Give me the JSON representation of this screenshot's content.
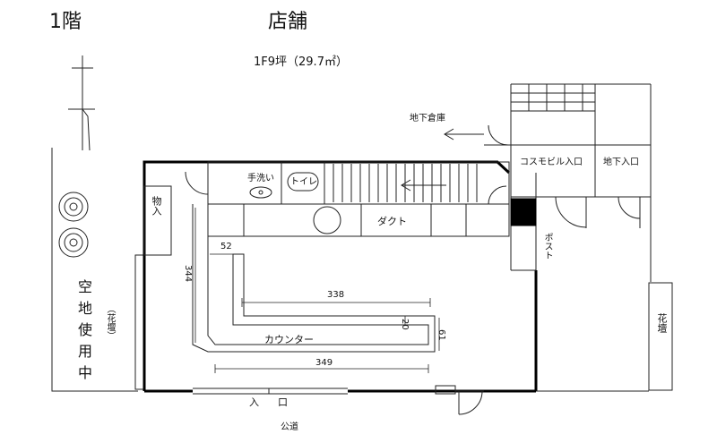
{
  "title": {
    "floor": "1階",
    "use": "店舗",
    "area": "1F9坪（29.7㎡）"
  },
  "labels": {
    "basement_storage": "地下倉庫",
    "cosmo_entrance": "コスモビル入口",
    "basement_entrance": "地下入口",
    "handwash": "手洗い",
    "toilet": "トイレ",
    "storage": "物入",
    "duct": "ダクト",
    "post": "ポスト",
    "counter": "カウンター",
    "entrance_left": "入",
    "entrance_right": "口",
    "public_road": "公道",
    "vacant_land": "空地使用中",
    "flower_bed_left": "（花壇）",
    "flower_bed_right": "花壇"
  },
  "dimensions": {
    "d344": "344",
    "d52": "52",
    "d338": "338",
    "d20": "20",
    "d61": "61",
    "d349": "349"
  }
}
